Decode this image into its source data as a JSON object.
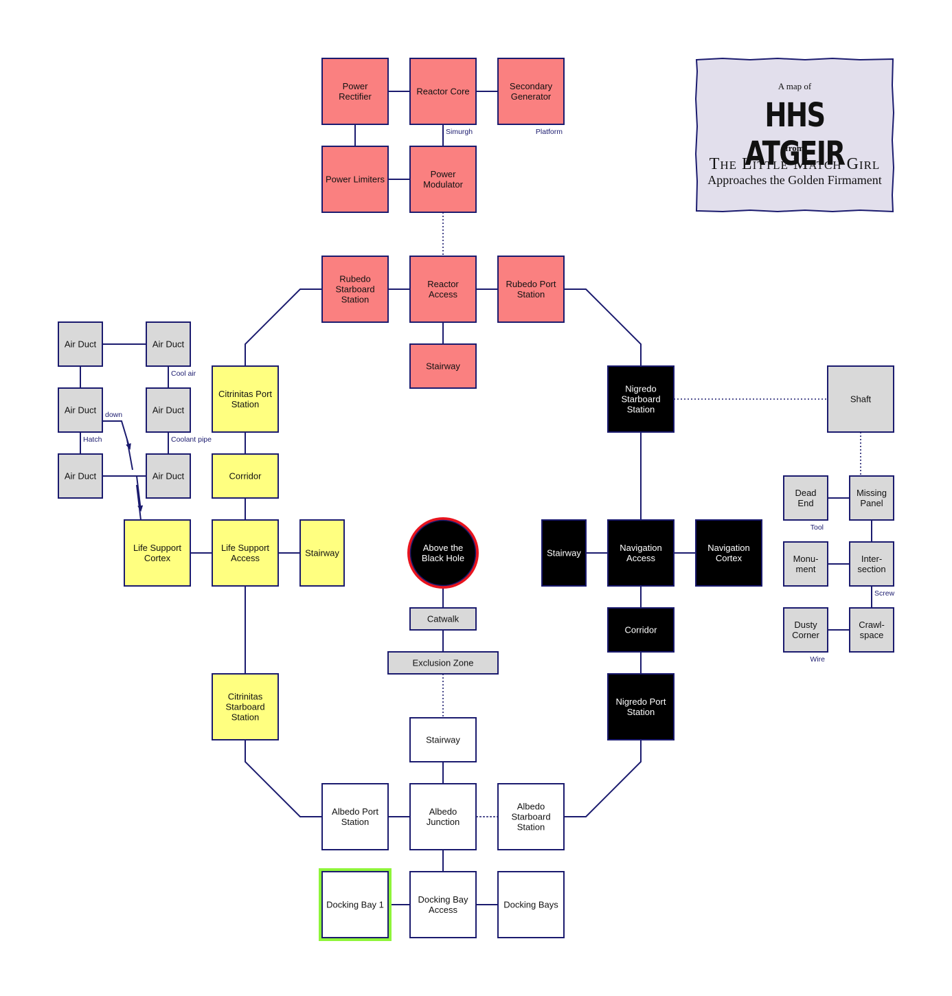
{
  "colors": {
    "line": "#1a1a6e",
    "reactor": "#fa8080",
    "citrinitas": "#ffff80",
    "nigredo": "#000000",
    "albedo": "#ffffff",
    "aux": "#d9d9d9",
    "black_hole_ring": "#e8141e",
    "dock_highlight": "#8ff53a",
    "card_fill": "#e2dfec"
  },
  "title_card": {
    "pre": "A map of",
    "name": "HHS ATGEIR",
    "from": "from",
    "work_line1": "The Little Match Girl",
    "work_line2": "Approaches the Golden Firmament"
  },
  "rooms": [
    {
      "id": "power-rectifier",
      "lines": [
        "Power",
        "Rectifier"
      ],
      "zone": "reactor"
    },
    {
      "id": "reactor-core",
      "lines": [
        "Reactor Core"
      ],
      "zone": "reactor"
    },
    {
      "id": "secondary-generator",
      "lines": [
        "Secondary",
        "Generator"
      ],
      "zone": "reactor"
    },
    {
      "id": "power-limiters",
      "lines": [
        "Power Limiters"
      ],
      "zone": "reactor"
    },
    {
      "id": "power-modulator",
      "lines": [
        "Power",
        "Modulator"
      ],
      "zone": "reactor"
    },
    {
      "id": "rubedo-starboard-station",
      "lines": [
        "Rubedo",
        "Starboard",
        "Station"
      ],
      "zone": "reactor"
    },
    {
      "id": "reactor-access",
      "lines": [
        "Reactor",
        "Access"
      ],
      "zone": "reactor"
    },
    {
      "id": "rubedo-port-station",
      "lines": [
        "Rubedo Port",
        "Station"
      ],
      "zone": "reactor"
    },
    {
      "id": "reactor-stairway",
      "lines": [
        "Stairway"
      ],
      "zone": "reactor"
    },
    {
      "id": "air-duct-1",
      "lines": [
        "Air Duct"
      ],
      "zone": "aux"
    },
    {
      "id": "air-duct-2",
      "lines": [
        "Air Duct"
      ],
      "zone": "aux"
    },
    {
      "id": "air-duct-3",
      "lines": [
        "Air Duct"
      ],
      "zone": "aux"
    },
    {
      "id": "air-duct-4",
      "lines": [
        "Air Duct"
      ],
      "zone": "aux"
    },
    {
      "id": "air-duct-5",
      "lines": [
        "Air Duct"
      ],
      "zone": "aux"
    },
    {
      "id": "air-duct-6",
      "lines": [
        "Air Duct"
      ],
      "zone": "aux"
    },
    {
      "id": "citrinitas-port-station",
      "lines": [
        "Citrinitas Port",
        "Station"
      ],
      "zone": "citrinitas"
    },
    {
      "id": "citrinitas-corridor",
      "lines": [
        "Corridor"
      ],
      "zone": "citrinitas"
    },
    {
      "id": "life-support-cortex",
      "lines": [
        "Life Support",
        "Cortex"
      ],
      "zone": "citrinitas"
    },
    {
      "id": "life-support-access",
      "lines": [
        "Life Support",
        "Access"
      ],
      "zone": "citrinitas"
    },
    {
      "id": "citrinitas-stairway",
      "lines": [
        "Stairway"
      ],
      "zone": "citrinitas"
    },
    {
      "id": "citrinitas-starboard-station",
      "lines": [
        "Citrinitas",
        "Starboard",
        "Station"
      ],
      "zone": "citrinitas"
    },
    {
      "id": "above-the-black-hole",
      "lines": [
        "Above the",
        "Black Hole"
      ],
      "zone": "nigredo"
    },
    {
      "id": "catwalk",
      "lines": [
        "Catwalk"
      ],
      "zone": "aux"
    },
    {
      "id": "exclusion-zone",
      "lines": [
        "Exclusion Zone"
      ],
      "zone": "aux"
    },
    {
      "id": "albedo-stairway",
      "lines": [
        "Stairway"
      ],
      "zone": "albedo"
    },
    {
      "id": "nigredo-starboard-station",
      "lines": [
        "Nigredo",
        "Starboard",
        "Station"
      ],
      "zone": "nigredo"
    },
    {
      "id": "shaft",
      "lines": [
        "Shaft"
      ],
      "zone": "aux"
    },
    {
      "id": "nigredo-stairway",
      "lines": [
        "Stairway"
      ],
      "zone": "nigredo"
    },
    {
      "id": "navigation-access",
      "lines": [
        "Navigation",
        "Access"
      ],
      "zone": "nigredo"
    },
    {
      "id": "navigation-cortex",
      "lines": [
        "Navigation",
        "Cortex"
      ],
      "zone": "nigredo"
    },
    {
      "id": "nigredo-corridor",
      "lines": [
        "Corridor"
      ],
      "zone": "nigredo"
    },
    {
      "id": "nigredo-port-station",
      "lines": [
        "Nigredo Port",
        "Station"
      ],
      "zone": "nigredo"
    },
    {
      "id": "dead-end",
      "lines": [
        "Dead",
        "End"
      ],
      "zone": "aux"
    },
    {
      "id": "missing-panel",
      "lines": [
        "Missing",
        "Panel"
      ],
      "zone": "aux"
    },
    {
      "id": "monument",
      "lines": [
        "Monu-",
        "ment"
      ],
      "zone": "aux"
    },
    {
      "id": "intersection",
      "lines": [
        "Inter-",
        "section"
      ],
      "zone": "aux"
    },
    {
      "id": "dusty-corner",
      "lines": [
        "Dusty",
        "Corner"
      ],
      "zone": "aux"
    },
    {
      "id": "crawlspace",
      "lines": [
        "Crawl-",
        "space"
      ],
      "zone": "aux"
    },
    {
      "id": "albedo-port-station",
      "lines": [
        "Albedo Port",
        "Station"
      ],
      "zone": "albedo"
    },
    {
      "id": "albedo-junction",
      "lines": [
        "Albedo",
        "Junction"
      ],
      "zone": "albedo"
    },
    {
      "id": "albedo-starboard-station",
      "lines": [
        "Albedo",
        "Starboard",
        "Station"
      ],
      "zone": "albedo"
    },
    {
      "id": "docking-bay-1",
      "lines": [
        "Docking Bay 1"
      ],
      "zone": "albedo"
    },
    {
      "id": "docking-bay-access",
      "lines": [
        "Docking Bay",
        "Access"
      ],
      "zone": "albedo"
    },
    {
      "id": "docking-bays",
      "lines": [
        "Docking Bays"
      ],
      "zone": "albedo"
    }
  ],
  "labels": [
    {
      "id": "simurgh",
      "text": "Simurgh"
    },
    {
      "id": "platform",
      "text": "Platform"
    },
    {
      "id": "cool-air",
      "text": "Cool air"
    },
    {
      "id": "coolant-pipe",
      "text": "Coolant pipe"
    },
    {
      "id": "hatch",
      "text": "Hatch"
    },
    {
      "id": "down",
      "text": "down"
    },
    {
      "id": "tool",
      "text": "Tool"
    },
    {
      "id": "screw",
      "text": "Screw"
    },
    {
      "id": "wire",
      "text": "Wire"
    }
  ]
}
